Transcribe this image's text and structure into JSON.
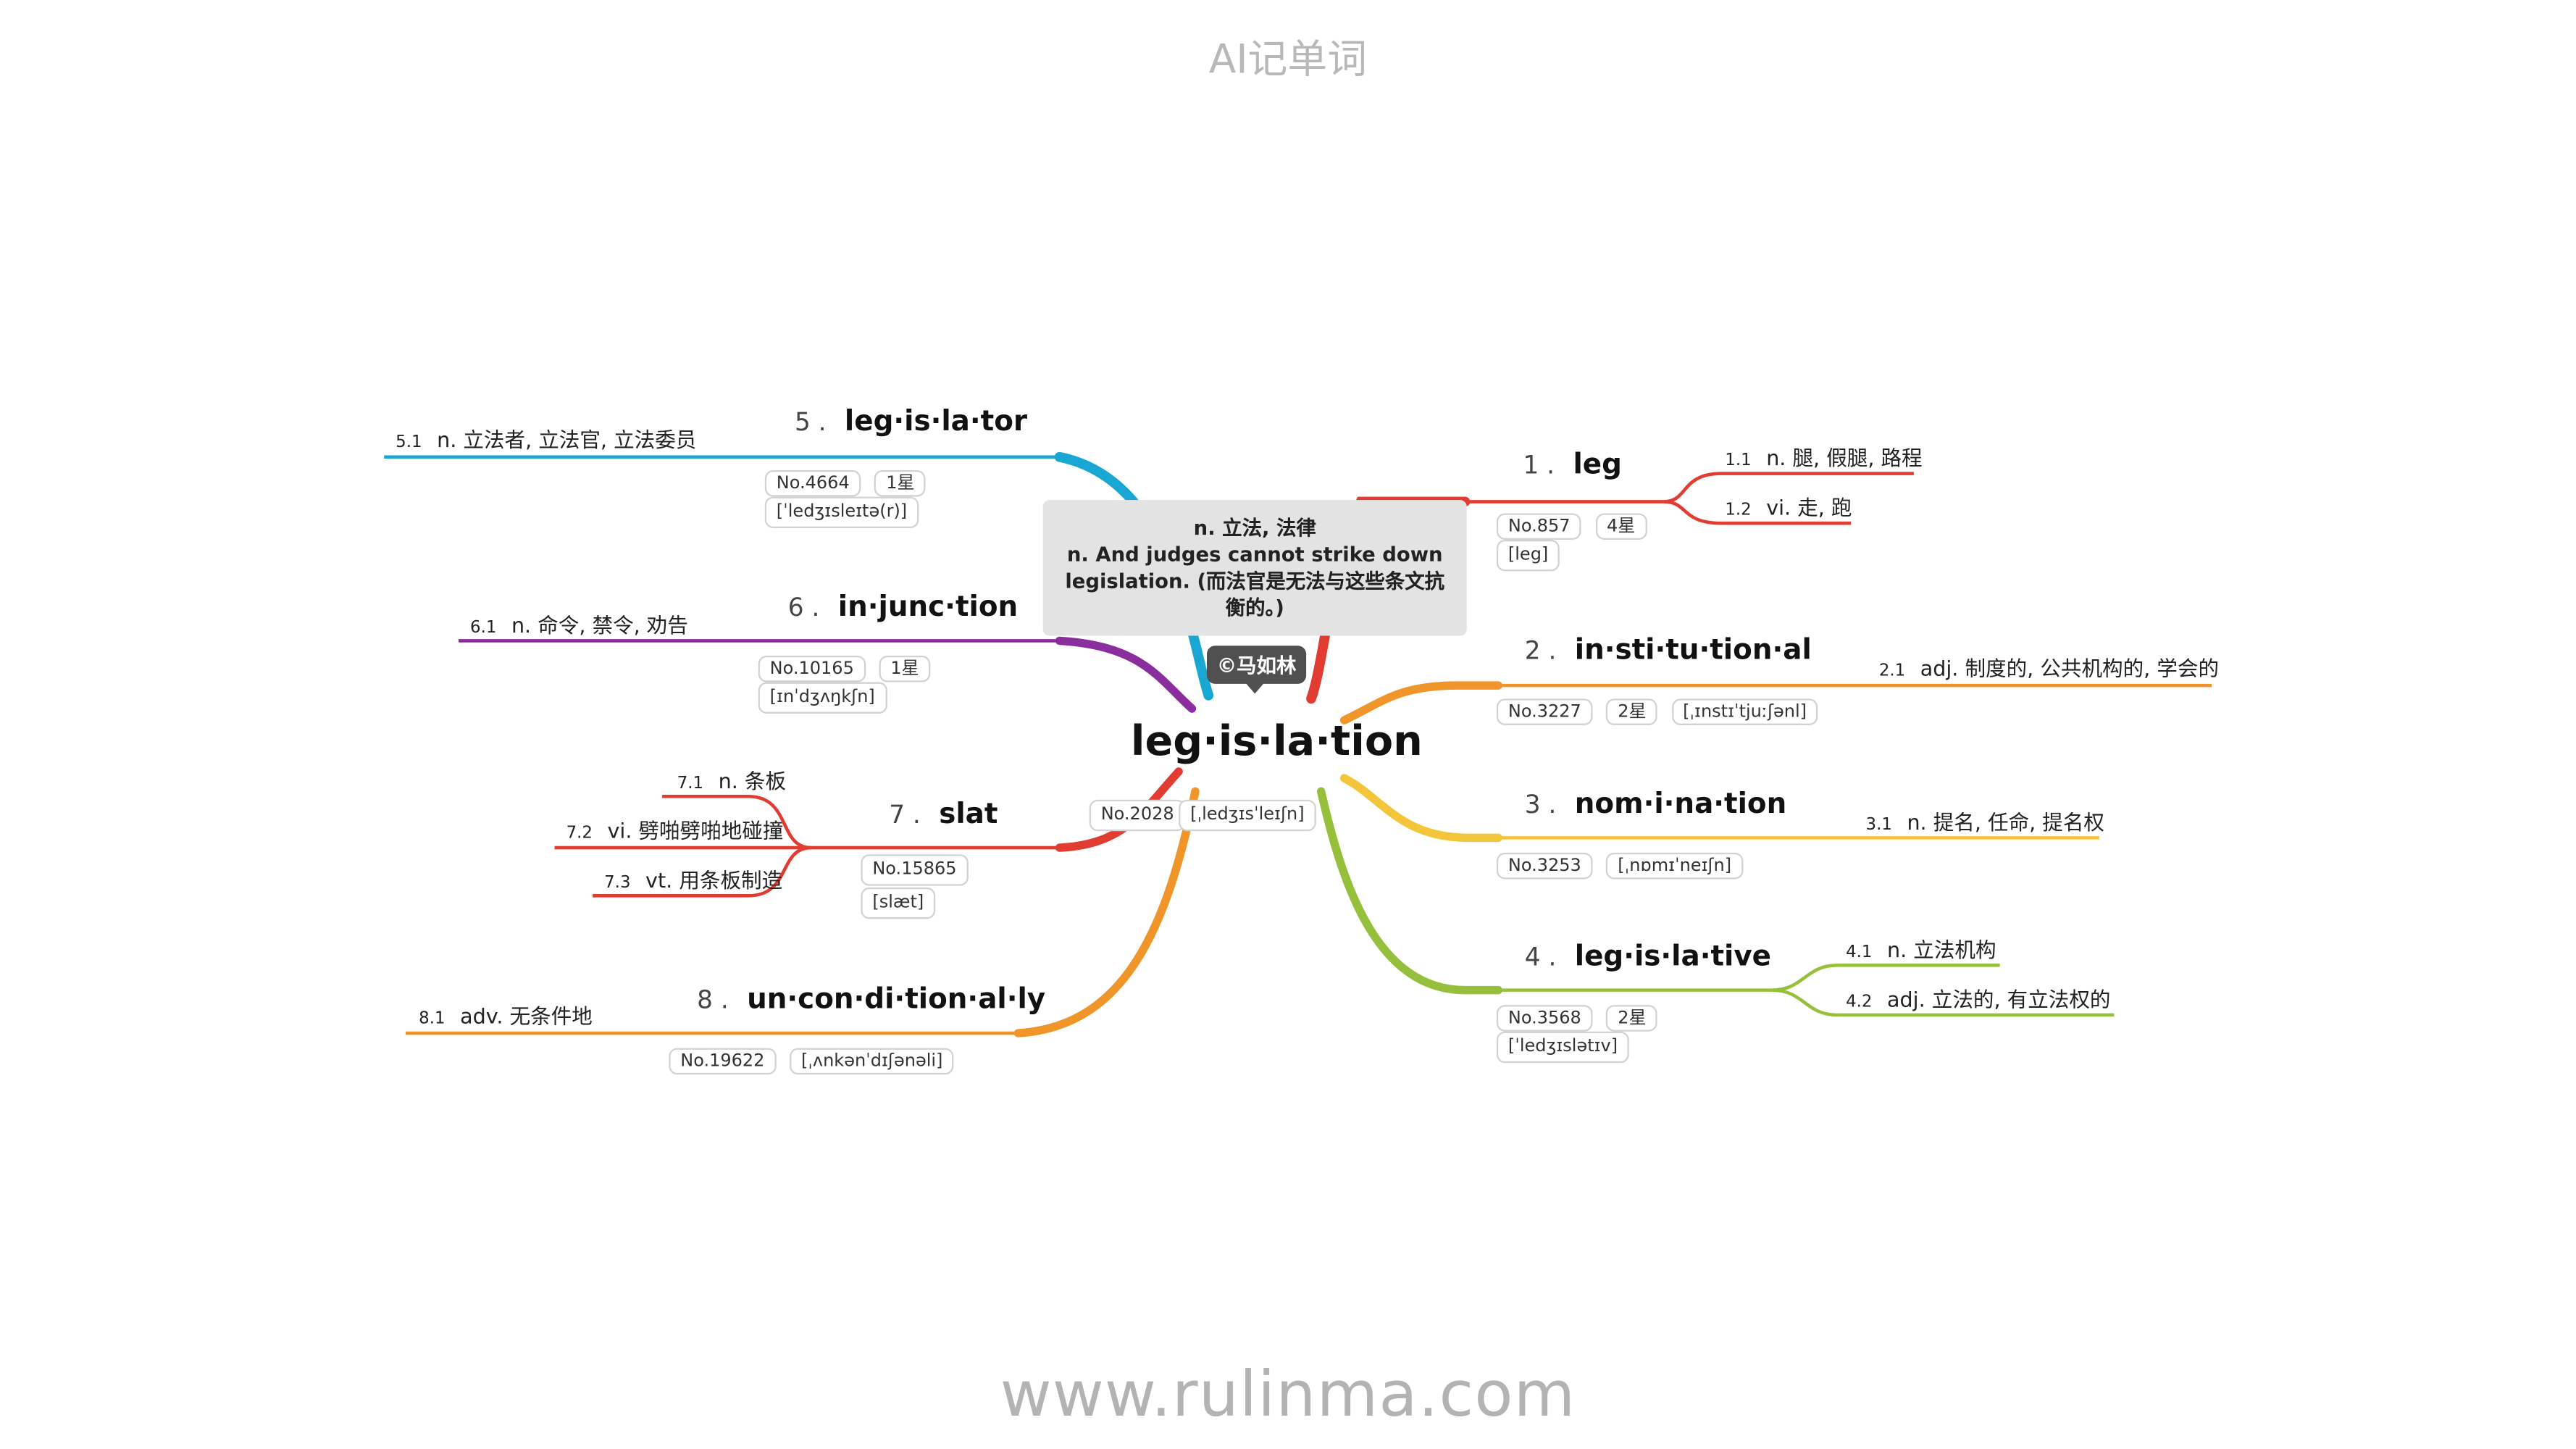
{
  "page": {
    "title": "AI记单词",
    "footer": "www.rulinma.com"
  },
  "center": {
    "word": "leg·is·la·tion",
    "number": "No.2028",
    "phonetic": "[ˌledʒɪsˈleɪʃn]",
    "popup_line1": "n. 立法, 法律",
    "popup_line2": "n. And judges cannot strike down legislation. (而法官是无法与这些条文抗衡的。)",
    "author": "©马如林"
  },
  "colors": {
    "branch1": "#e03c31",
    "branch2": "#f0952a",
    "branch3": "#f2c53a",
    "branch4": "#96c03c",
    "branch5": "#19a6d2",
    "branch6": "#8a2e9e",
    "branch7": "#e03c31",
    "branch8": "#f0952a"
  },
  "branches": [
    {
      "num": "1 .",
      "word": "leg",
      "number": "No.857",
      "stars": "4星",
      "phonetic": "[leg]",
      "defs": [
        {
          "num": "1.1",
          "text": "n. 腿, 假腿, 路程"
        },
        {
          "num": "1.2",
          "text": "vi. 走, 跑"
        }
      ]
    },
    {
      "num": "2 .",
      "word": "in·sti·tu·tion·al",
      "number": "No.3227",
      "stars": "2星",
      "phonetic": "[ˌɪnstɪˈtjuːʃənl]",
      "defs": [
        {
          "num": "2.1",
          "text": "adj. 制度的, 公共机构的, 学会的"
        }
      ]
    },
    {
      "num": "3 .",
      "word": "nom·i·na·tion",
      "number": "No.3253",
      "phonetic": "[ˌnɒmɪˈneɪʃn]",
      "defs": [
        {
          "num": "3.1",
          "text": "n. 提名, 任命, 提名权"
        }
      ]
    },
    {
      "num": "4 .",
      "word": "leg·is·la·tive",
      "number": "No.3568",
      "stars": "2星",
      "phonetic": "[ˈledʒɪslətɪv]",
      "defs": [
        {
          "num": "4.1",
          "text": "n. 立法机构"
        },
        {
          "num": "4.2",
          "text": "adj. 立法的, 有立法权的"
        }
      ]
    },
    {
      "num": "5 .",
      "word": "leg·is·la·tor",
      "number": "No.4664",
      "stars": "1星",
      "phonetic": "[ˈledʒɪsleɪtə(r)]",
      "defs": [
        {
          "num": "5.1",
          "text": "n. 立法者, 立法官, 立法委员"
        }
      ]
    },
    {
      "num": "6 .",
      "word": "in·junc·tion",
      "number": "No.10165",
      "stars": "1星",
      "phonetic": "[ɪnˈdʒʌŋkʃn]",
      "defs": [
        {
          "num": "6.1",
          "text": "n. 命令, 禁令, 劝告"
        }
      ]
    },
    {
      "num": "7 .",
      "word": "slat",
      "number": "No.15865",
      "phonetic": "[slæt]",
      "defs": [
        {
          "num": "7.1",
          "text": "n. 条板"
        },
        {
          "num": "7.2",
          "text": "vi. 劈啪劈啪地碰撞"
        },
        {
          "num": "7.3",
          "text": "vt. 用条板制造"
        }
      ]
    },
    {
      "num": "8 .",
      "word": "un·con·di·tion·al·ly",
      "number": "No.19622",
      "phonetic": "[ˌʌnkənˈdɪʃənəli]",
      "defs": [
        {
          "num": "8.1",
          "text": "adv. 无条件地"
        }
      ]
    }
  ]
}
